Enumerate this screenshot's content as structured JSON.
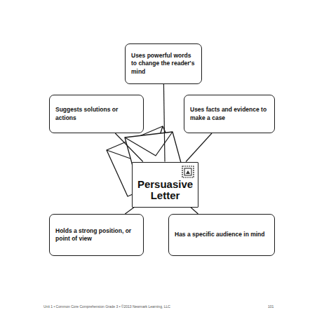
{
  "diagram": {
    "nodes": [
      {
        "text": [
          "Uses powerful words to change the reader's mind"
        ]
      },
      {
        "text": [
          "Suggests solutions or actions"
        ]
      },
      {
        "text": [
          "Uses facts and evidence to make a case"
        ]
      },
      {
        "text": [
          "Persuasive Letter"
        ]
      },
      {
        "text": [
          "Holds a strong position, or point of view"
        ]
      },
      {
        "text": [
          "Has a specific audience in mind"
        ]
      }
    ],
    "edges": [
      {
        "from": 3,
        "to": 0,
        "arrow": "none"
      },
      {
        "from": 3,
        "to": 1,
        "arrow": "none"
      },
      {
        "from": 3,
        "to": 2,
        "arrow": "none"
      },
      {
        "from": 3,
        "to": 4,
        "arrow": "none"
      },
      {
        "from": 3,
        "to": 5,
        "arrow": "none"
      }
    ],
    "labels": [
      "Unit 1 • Common Core Comprehension Grade 3 • ©2013 Newmark Learning, LLC",
      "101"
    ]
  }
}
